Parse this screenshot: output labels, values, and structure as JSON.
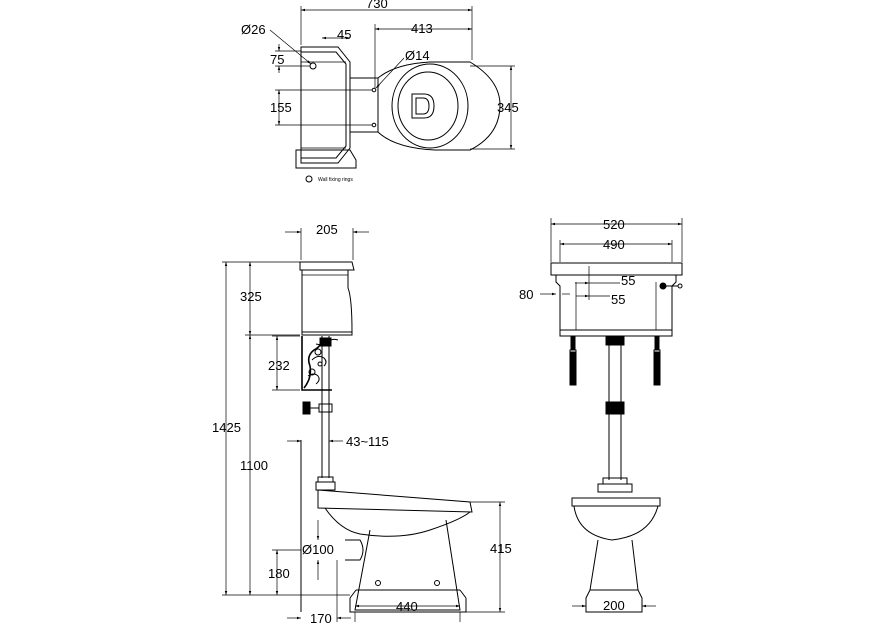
{
  "drawing": {
    "top_view": {
      "overall_width": "730",
      "hole_diameter": "Ø26",
      "offset_45": "45",
      "offset_413": "413",
      "hole_14": "Ø14",
      "dim_75": "75",
      "dim_155": "155",
      "depth_345": "345",
      "note": "Wall fixing rings"
    },
    "side_view": {
      "cistern_depth": "205",
      "cistern_height": "325",
      "bracket_height": "232",
      "overall_height": "1425",
      "cistern_bottom_height": "1100",
      "pipe_offset": "43~115",
      "outlet_diameter": "Ø100",
      "outlet_height": "180",
      "pan_height": "415",
      "base_length": "440",
      "wall_to_outlet": "170"
    },
    "front_view": {
      "cistern_width": "520",
      "inner_width": "490",
      "offset_55a": "55",
      "offset_55b": "55",
      "side_80": "80",
      "base_width": "200"
    }
  }
}
